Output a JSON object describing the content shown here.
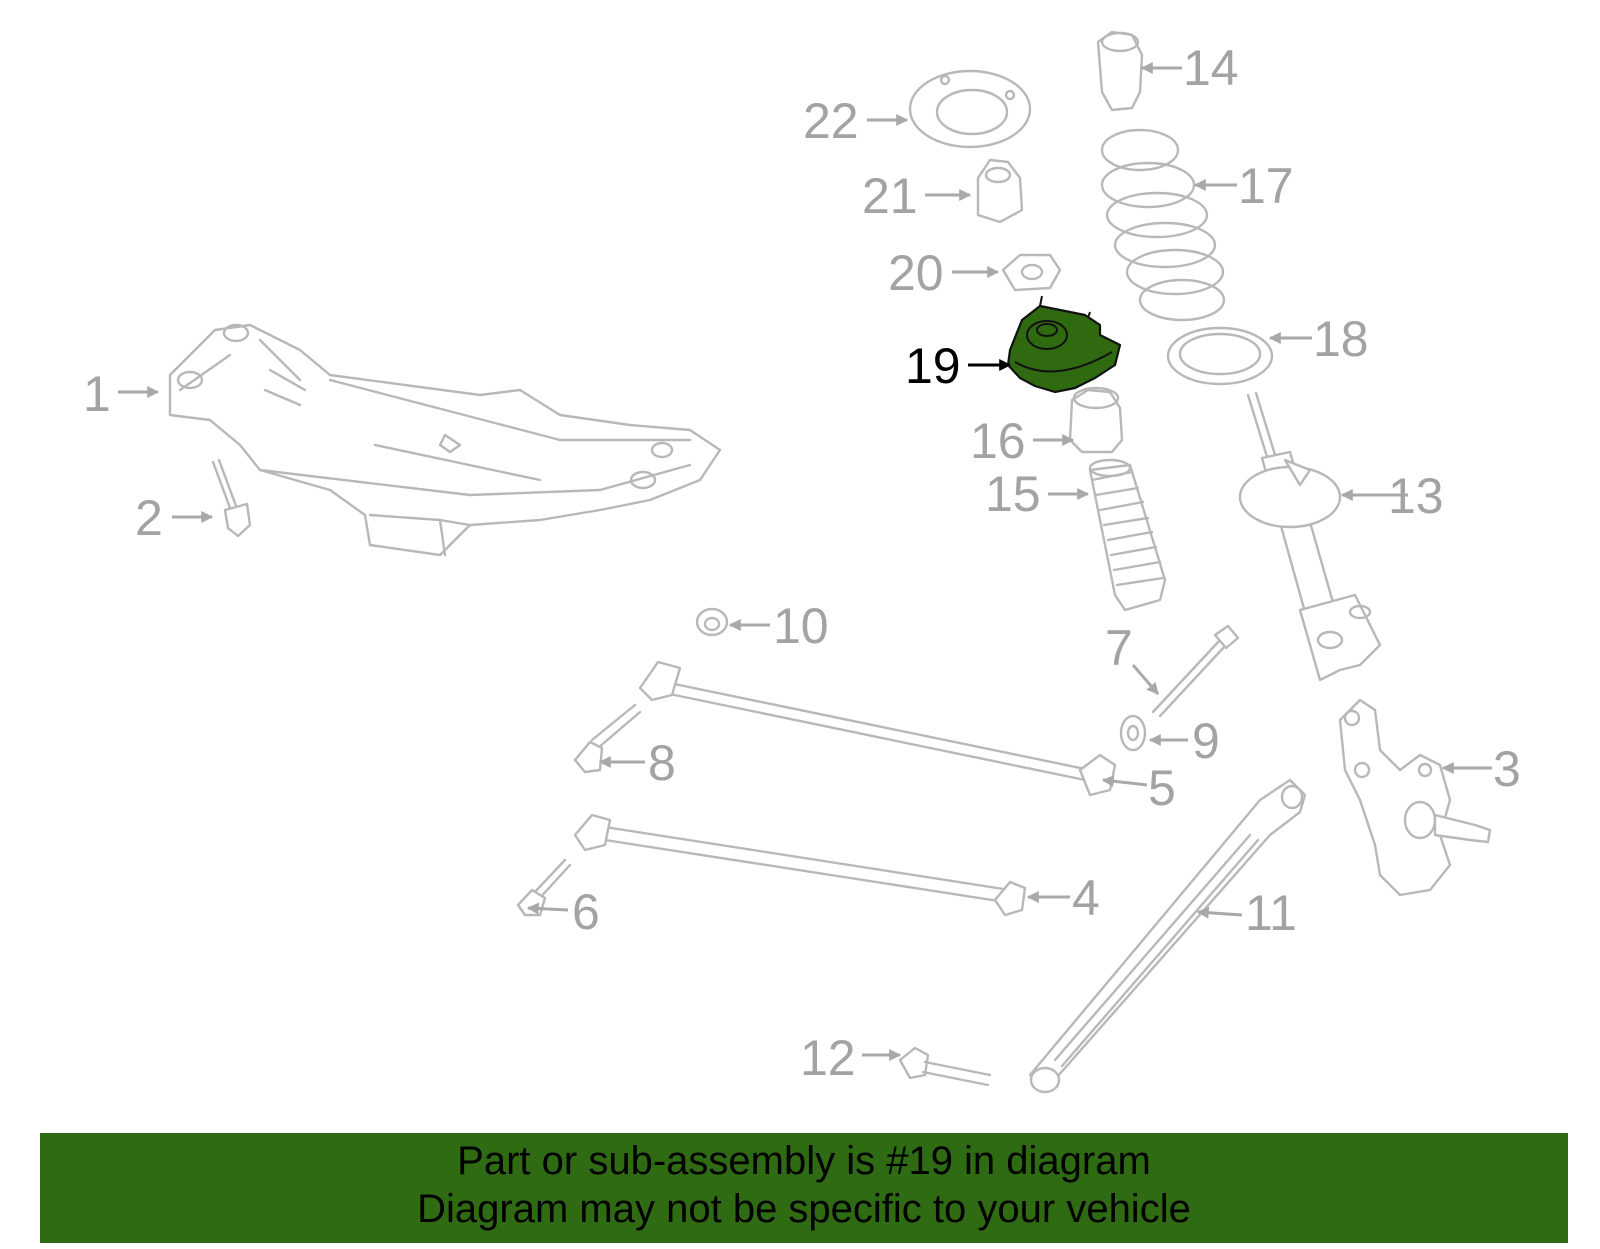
{
  "diagram": {
    "highlighted_part": "19",
    "highlight_color": "#2e6b12",
    "callouts": [
      "1",
      "2",
      "3",
      "4",
      "5",
      "6",
      "7",
      "8",
      "9",
      "10",
      "11",
      "12",
      "13",
      "14",
      "15",
      "16",
      "17",
      "18",
      "19",
      "20",
      "21",
      "22"
    ]
  },
  "banner": {
    "line1": "Part or sub-assembly is #19 in diagram",
    "line2": "Diagram may not be specific to your vehicle"
  }
}
